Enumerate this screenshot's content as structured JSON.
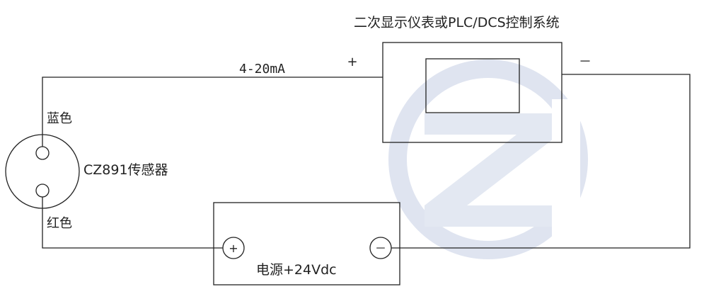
{
  "title": "二次显示仪表或PLC/DCS控制系统",
  "current_label": "4-20mA",
  "display_plus": "+",
  "display_minus": "－",
  "sensor_label": "CZ891传感器",
  "blue_wire_label": "蓝色",
  "red_wire_label": "红色",
  "power_label": "电源+24Vdc",
  "power_plus": "+",
  "power_minus": "－",
  "colors": {
    "line": "#222222",
    "watermark": "#dfe4f0"
  },
  "icons": {
    "watermark": "logo-watermark"
  }
}
